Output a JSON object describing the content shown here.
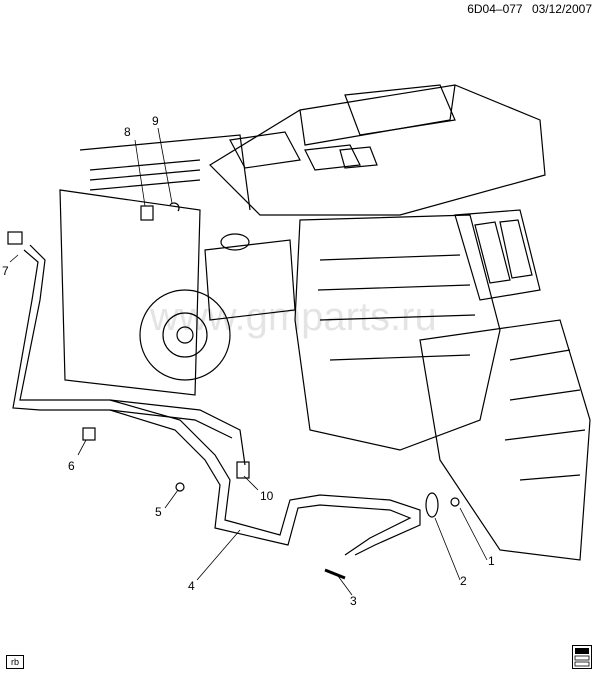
{
  "header": {
    "code": "6D04–077",
    "date": "03/12/2007"
  },
  "footer": {
    "badge": "rb"
  },
  "watermark": "www.gmparts.ru",
  "callouts": [
    "1",
    "2",
    "3",
    "4",
    "5",
    "6",
    "7",
    "8",
    "9",
    "10"
  ],
  "colors": {
    "line": "#000000",
    "background": "#ffffff"
  }
}
